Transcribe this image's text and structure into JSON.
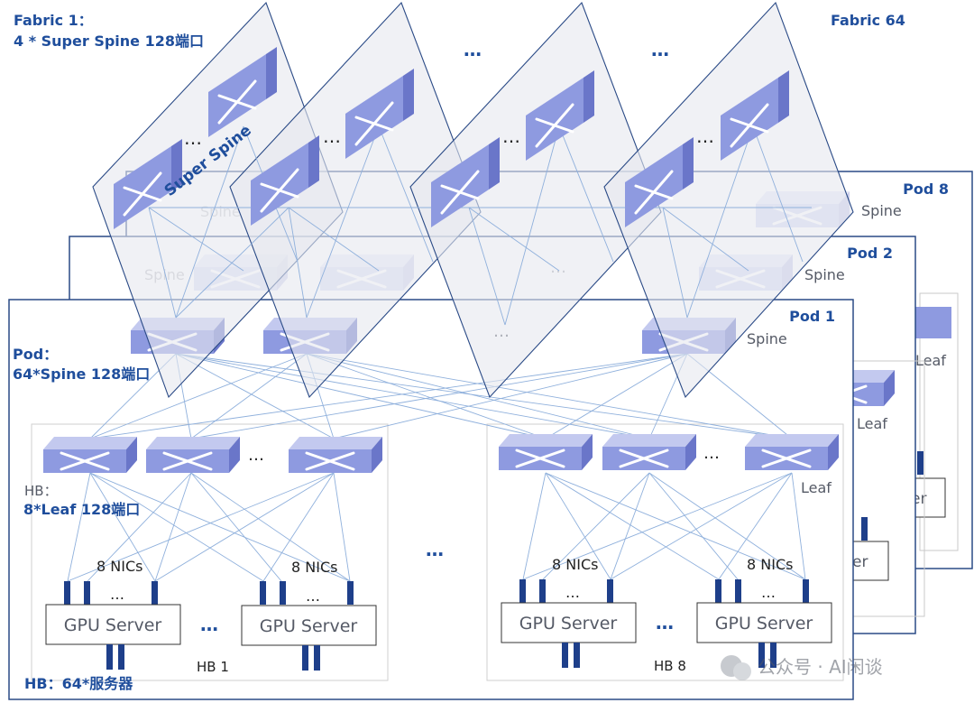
{
  "fabric1_title": "Fabric 1：",
  "fabric1_desc": "4 * Super Spine 128端口",
  "fabric64_title": "Fabric 64",
  "super_spine_label": "Super Spine",
  "ellipsis": "…",
  "pod8_title": "Pod 8",
  "pod2_title": "Pod 2",
  "pod1_title": "Pod 1",
  "spine_label": "Spine",
  "leaf_label": "Leaf",
  "pod_title": "Pod：",
  "pod_desc": "64*Spine 128端口",
  "hb_title": "HB：",
  "hb_desc": "8*Leaf 128端口",
  "hb_bottom": "HB：64*服务器",
  "nic_label": "8 NICs",
  "gpu_label": "GPU Server",
  "hb1_label": "HB 1",
  "hb8_label": "HB 8",
  "partial_server_a": "er",
  "partial_server_b": "er",
  "watermark": "公众号 · AI闲谈"
}
